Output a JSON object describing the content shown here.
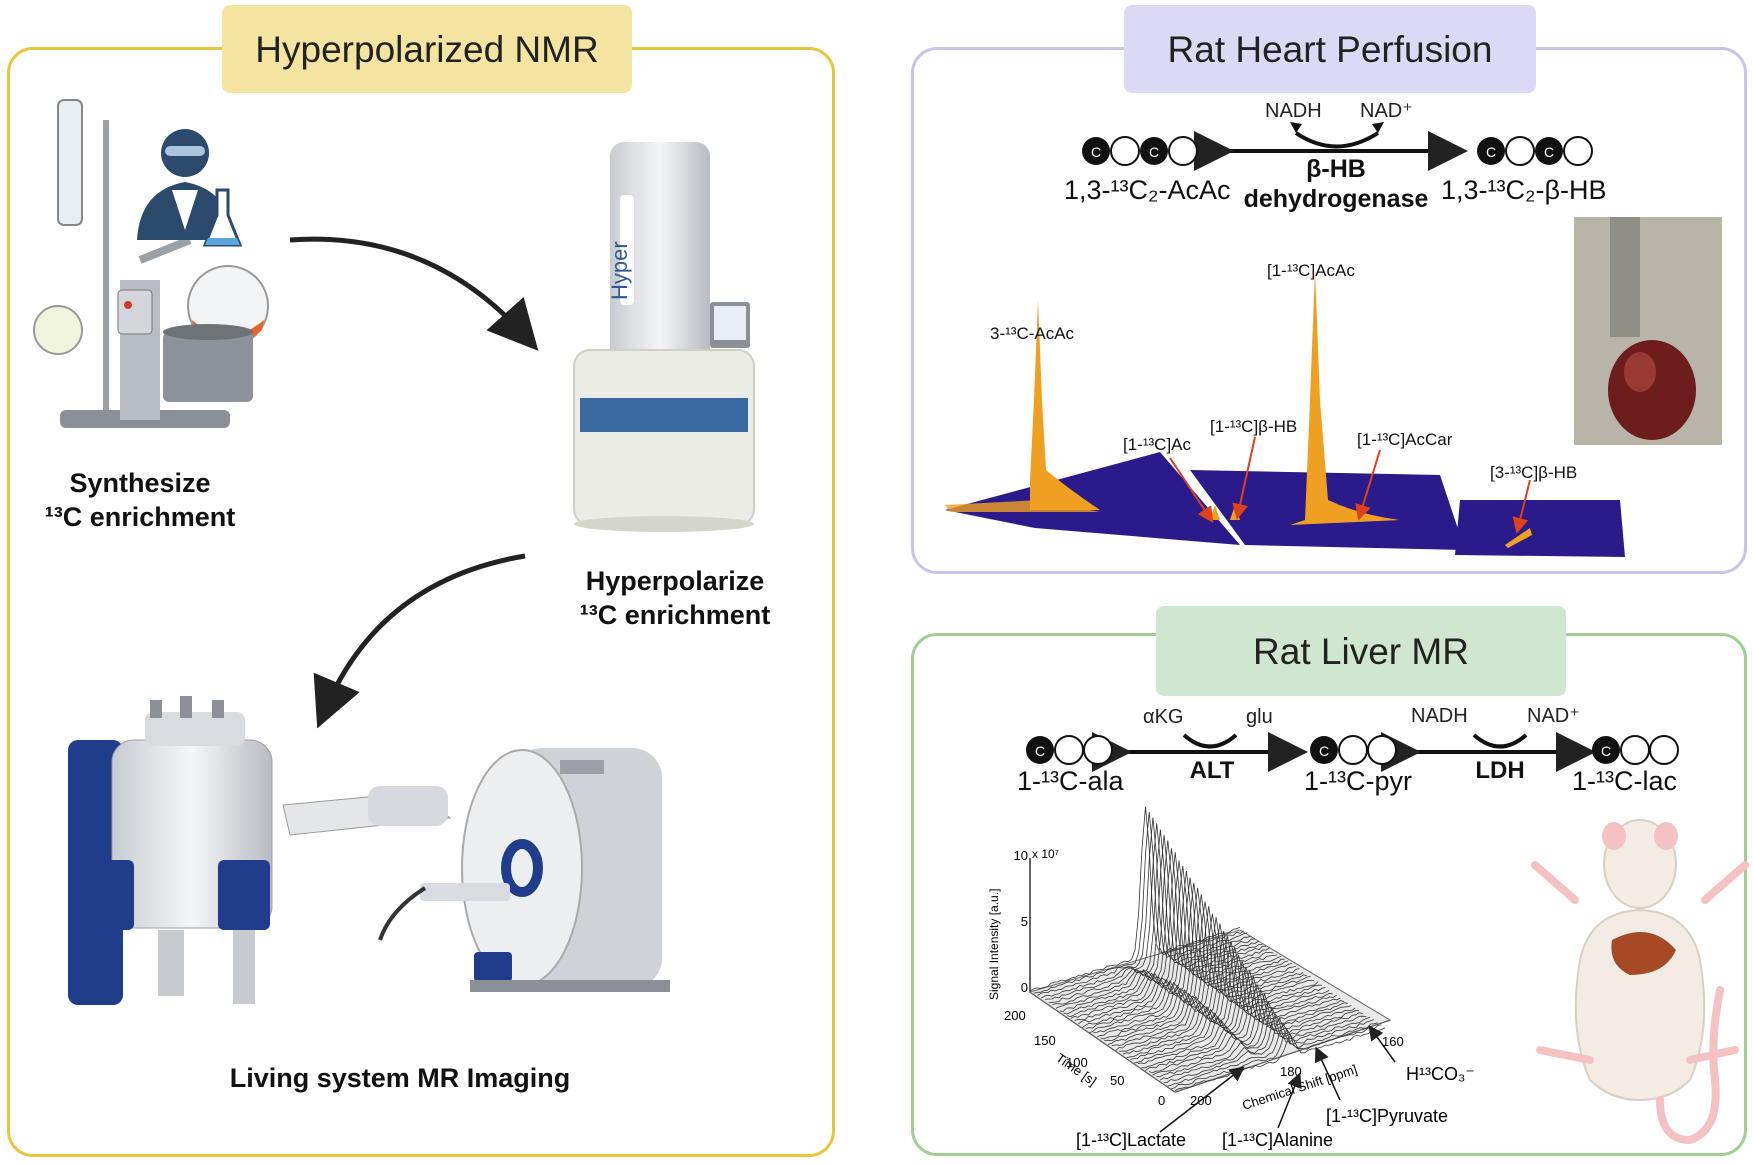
{
  "panels": {
    "nmr": {
      "title": "Hyperpolarized NMR",
      "step1_line1": "Synthesize",
      "step1_line2": "¹³C enrichment",
      "step2_line1": "Hyperpolarize",
      "step2_line2": "¹³C enrichment",
      "step3": "Living system MR Imaging",
      "instrument_brand": "HyperSense"
    },
    "heart": {
      "title": "Rat Heart Perfusion",
      "cofactor_left": "NADH",
      "cofactor_right": "NAD⁺",
      "substrate": "1,3-¹³C₂-AcAc",
      "product": "1,3-¹³C₂-β-HB",
      "enzyme_line1": "β-HB",
      "enzyme_line2": "dehydrogenase",
      "atom_label": "C",
      "peaks": [
        "3-¹³C-AcAc",
        "[1-¹³C]Ac",
        "[1-¹³C]β-HB",
        "[1-¹³C]AcAc",
        "[1-¹³C]AcCar",
        "[3-¹³C]β-HB"
      ]
    },
    "liver": {
      "title": "Rat Liver MR",
      "cof1_left": "αKG",
      "cof1_right": "glu",
      "cof2_left": "NADH",
      "cof2_right": "NAD⁺",
      "m1": "1-¹³C-ala",
      "m2": "1-¹³C-pyr",
      "m3": "1-¹³C-lac",
      "enz1": "ALT",
      "enz2": "LDH",
      "atom_label": "C",
      "plot": {
        "scale_label": "x 10⁷",
        "y_ticks": [
          "10",
          "5",
          "0"
        ],
        "y_label": "Signal Intensity [a.u.]",
        "time_ticks": [
          "200",
          "150",
          "100",
          "50",
          "0"
        ],
        "time_label": "Time [s]",
        "shift_ticks": [
          "200",
          "180",
          "160"
        ],
        "shift_label": "Chemical Shift [ppm]",
        "peaks": [
          "[1-¹³C]Lactate",
          "[1-¹³C]Alanine",
          "[1-¹³C]Pyruvate",
          "H¹³CO₃⁻"
        ]
      }
    }
  },
  "colors": {
    "nmr_border": "#e8c53a",
    "nmr_title_bg": "#f4e4a2",
    "heart_border": "#c9c2ea",
    "heart_title_bg": "#dcd9f4",
    "liver_border": "#9fd08f",
    "liver_title_bg": "#cfe7cf",
    "spectrum_plane": "#2a1a8a",
    "spectrum_peak": "#f0a020",
    "annotation_arrow": "#e0401a"
  }
}
